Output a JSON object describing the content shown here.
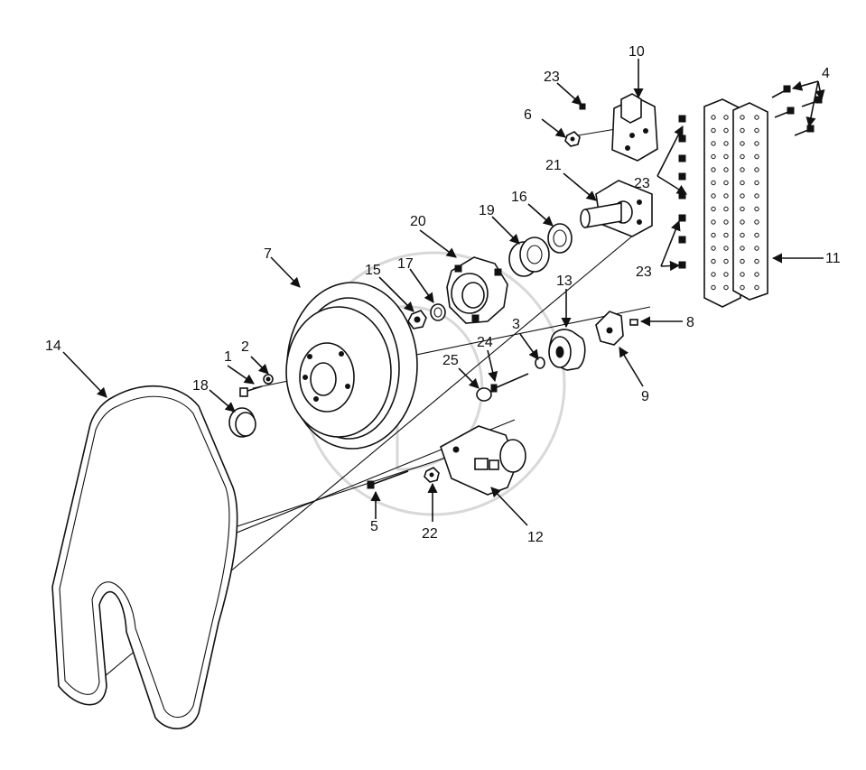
{
  "callouts": [
    {
      "id": "1",
      "text": "1"
    },
    {
      "id": "2",
      "text": "2"
    },
    {
      "id": "3",
      "text": "3"
    },
    {
      "id": "4",
      "text": "4"
    },
    {
      "id": "5",
      "text": "5"
    },
    {
      "id": "6",
      "text": "6"
    },
    {
      "id": "7",
      "text": "7"
    },
    {
      "id": "8",
      "text": "8"
    },
    {
      "id": "9",
      "text": "9"
    },
    {
      "id": "10",
      "text": "10"
    },
    {
      "id": "11",
      "text": "11"
    },
    {
      "id": "12",
      "text": "12"
    },
    {
      "id": "13",
      "text": "13"
    },
    {
      "id": "14",
      "text": "14"
    },
    {
      "id": "15",
      "text": "15"
    },
    {
      "id": "16",
      "text": "16"
    },
    {
      "id": "17",
      "text": "17"
    },
    {
      "id": "18",
      "text": "18"
    },
    {
      "id": "19",
      "text": "19"
    },
    {
      "id": "20",
      "text": "20"
    },
    {
      "id": "21",
      "text": "21"
    },
    {
      "id": "22",
      "text": "22"
    },
    {
      "id": "23a",
      "text": "23"
    },
    {
      "id": "23b",
      "text": "23"
    },
    {
      "id": "23c",
      "text": "23"
    },
    {
      "id": "24",
      "text": "24"
    },
    {
      "id": "25",
      "text": "25"
    }
  ]
}
